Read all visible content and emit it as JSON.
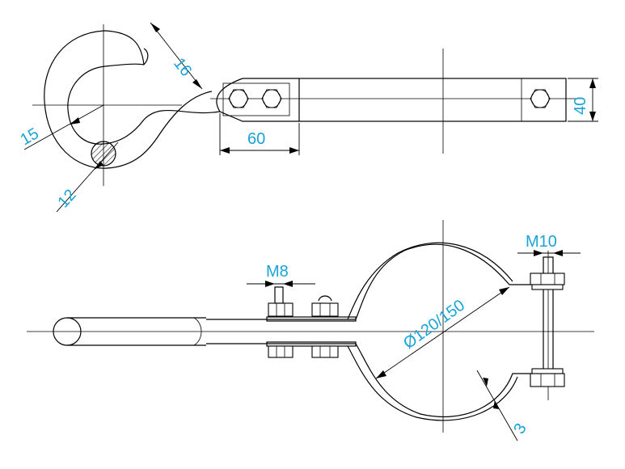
{
  "dimensions": {
    "d16": "16",
    "d40": "40",
    "d15": "15",
    "d60": "60",
    "d12": "12",
    "m8": "M8",
    "m10": "M10",
    "dia": "Ø120/150",
    "d3": "3"
  },
  "colors": {
    "dimension_text": "#1aa3d6",
    "lines": "#000000",
    "background": "#ffffff"
  }
}
